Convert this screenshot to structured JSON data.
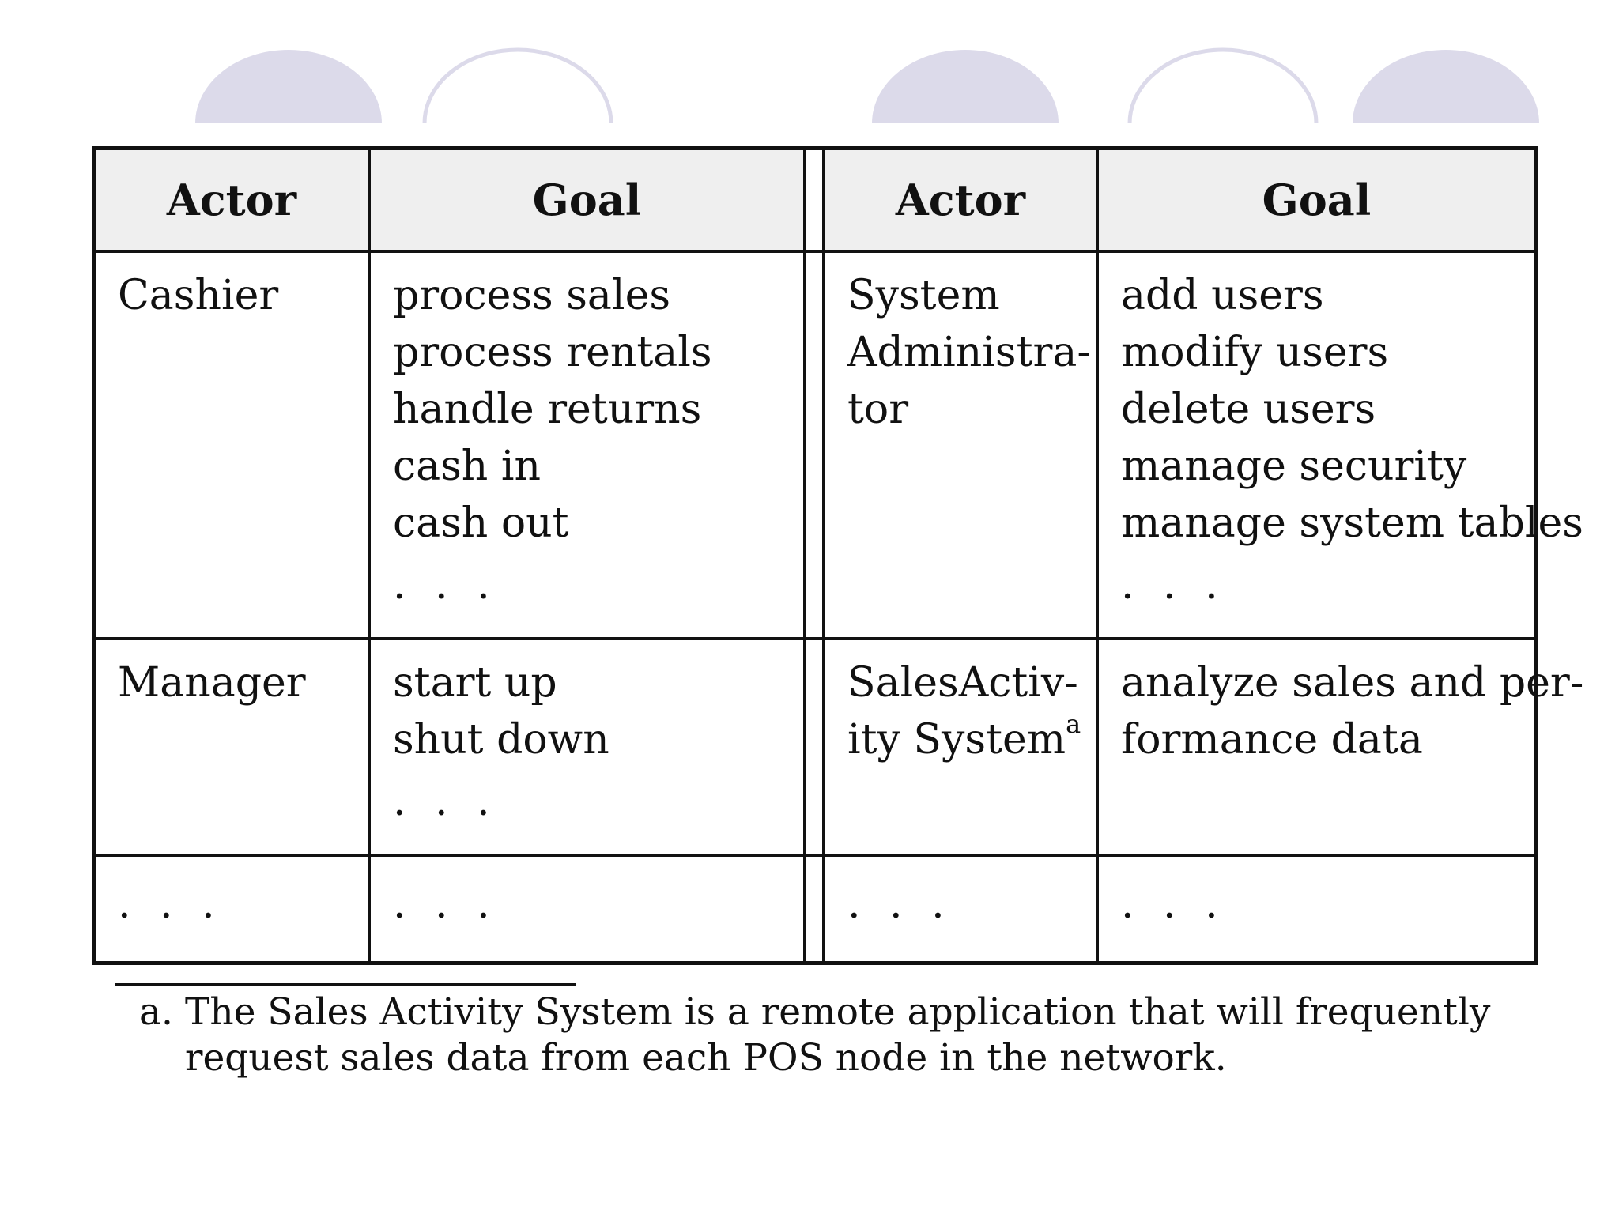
{
  "table": {
    "headers": [
      "Actor",
      "Goal",
      "Actor",
      "Goal"
    ],
    "rows": [
      {
        "actor_left": "Cashier",
        "goals_left": [
          "process sales",
          "process rentals",
          "handle returns",
          "cash in",
          "cash out"
        ],
        "goals_left_more": ". . .",
        "actor_right_lines": [
          "System",
          "Administra-",
          "tor"
        ],
        "goals_right": [
          "add users",
          "modify users",
          "delete users",
          "manage security",
          "manage system tables"
        ],
        "goals_right_more": ". . ."
      },
      {
        "actor_left": "Manager",
        "goals_left": [
          "start up",
          "shut down"
        ],
        "goals_left_more": ". . .",
        "actor_right_line1_a": "Sales",
        "actor_right_line1_b": "Activ-",
        "actor_right_line2": "ity System",
        "actor_right_footnote_mark": "a",
        "goals_right_lines": [
          "analyze sales and per-",
          "formance data"
        ]
      },
      {
        "cells": [
          ". . .",
          ". . .",
          ". . .",
          ". . ."
        ]
      }
    ]
  },
  "footnote": {
    "mark": "a.",
    "text": "The Sales Activity System is a remote application that will frequently request sales data from each POS node in the network."
  },
  "colors": {
    "decor_circle": "#dcdaea",
    "header_bg": "#efefef",
    "rule": "#111111"
  }
}
